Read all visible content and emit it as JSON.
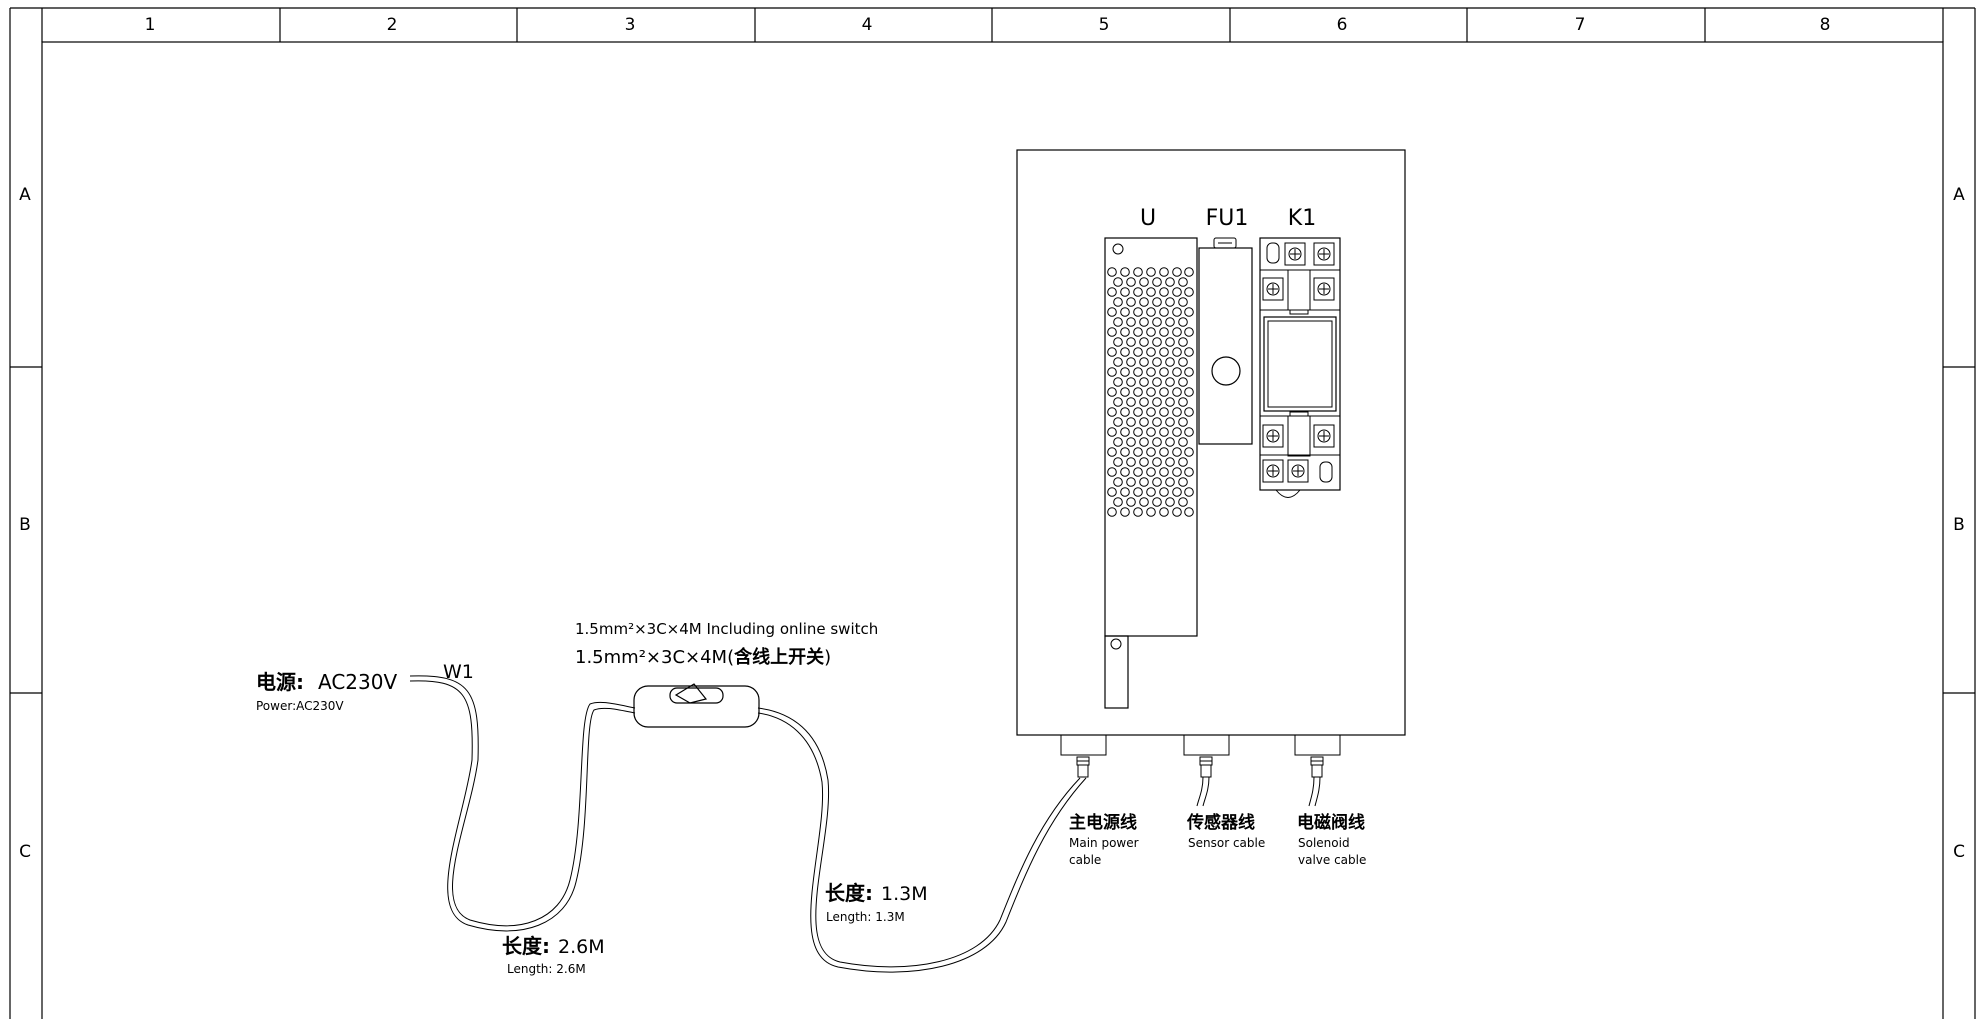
{
  "frame": {
    "columns": [
      "1",
      "2",
      "3",
      "4",
      "5",
      "6",
      "7",
      "8"
    ],
    "rows": [
      "A",
      "B",
      "C"
    ]
  },
  "components": {
    "u": "U",
    "fu1": "FU1",
    "k1": "K1"
  },
  "power": {
    "cn_label": "电源:",
    "value": "AC230V",
    "en": "Power:AC230V"
  },
  "wire": {
    "id": "W1",
    "spec_en": "1.5mm²×3C×4M Including online switch",
    "spec_cn_prefix": "1.5mm²×3C×4M(",
    "spec_cn_bold": "含线上开关",
    "spec_cn_suffix": ")"
  },
  "lengths": {
    "first": {
      "cn": "长度:",
      "value": "2.6M",
      "en": "Length: 2.6M"
    },
    "second": {
      "cn": "长度:",
      "value": "1.3M",
      "en": "Length: 1.3M"
    }
  },
  "cables": {
    "main": {
      "cn": "主电源线",
      "en_line1": "Main power",
      "en_line2": "cable"
    },
    "sensor": {
      "cn": "传感器线",
      "en_line1": "Sensor cable"
    },
    "solenoid": {
      "cn": "电磁阀线",
      "en_line1": "Solenoid",
      "en_line2": "valve cable"
    }
  }
}
